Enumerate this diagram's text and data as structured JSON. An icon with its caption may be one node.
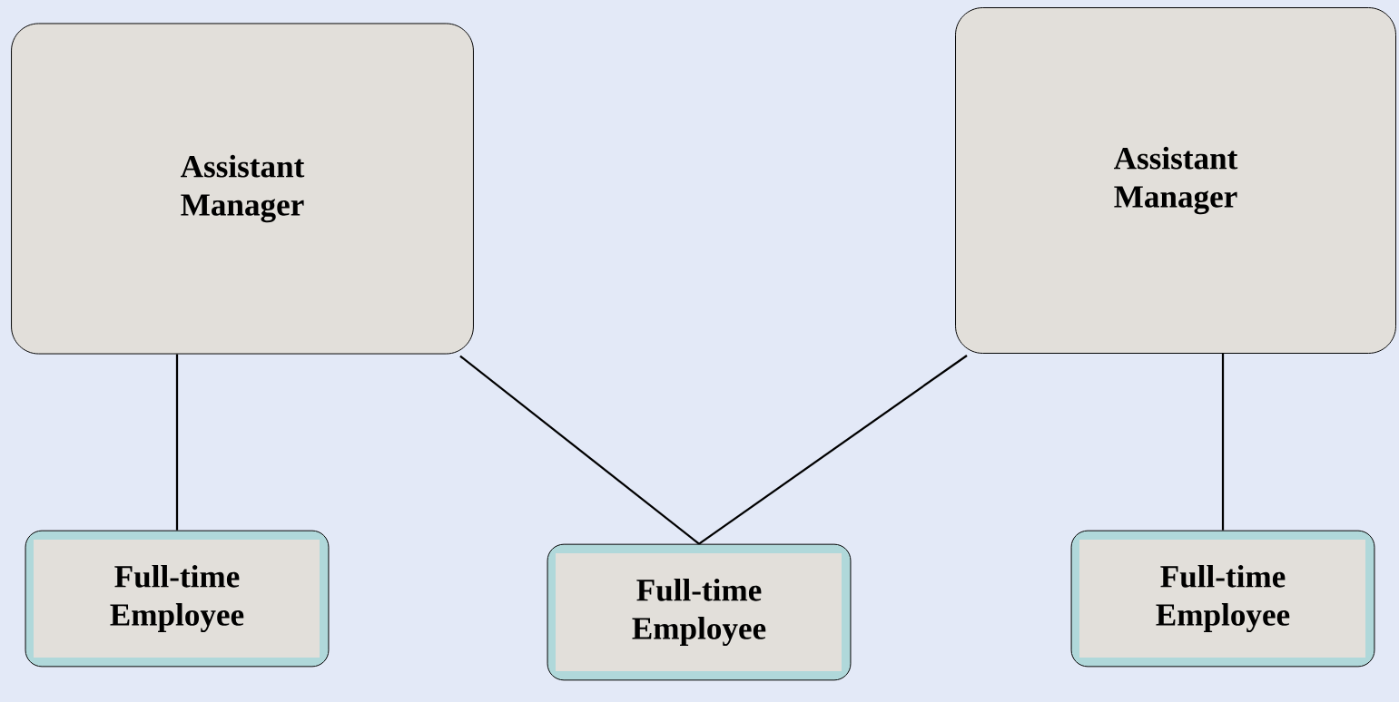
{
  "diagram": {
    "nodes": [
      {
        "text": [
          "Assistant Manager"
        ]
      },
      {
        "text": [
          "Assistant Manager"
        ]
      },
      {
        "text": [
          "Full-time Employee"
        ]
      },
      {
        "text": [
          "Full-time Employee"
        ]
      },
      {
        "text": [
          "Full-time Employee"
        ]
      }
    ],
    "edges": [
      {
        "from": 0,
        "to": 2,
        "arrow": "none"
      },
      {
        "from": 0,
        "to": 3,
        "arrow": "none"
      },
      {
        "from": 1,
        "to": 3,
        "arrow": "none"
      },
      {
        "from": 1,
        "to": 4,
        "arrow": "none"
      }
    ]
  }
}
